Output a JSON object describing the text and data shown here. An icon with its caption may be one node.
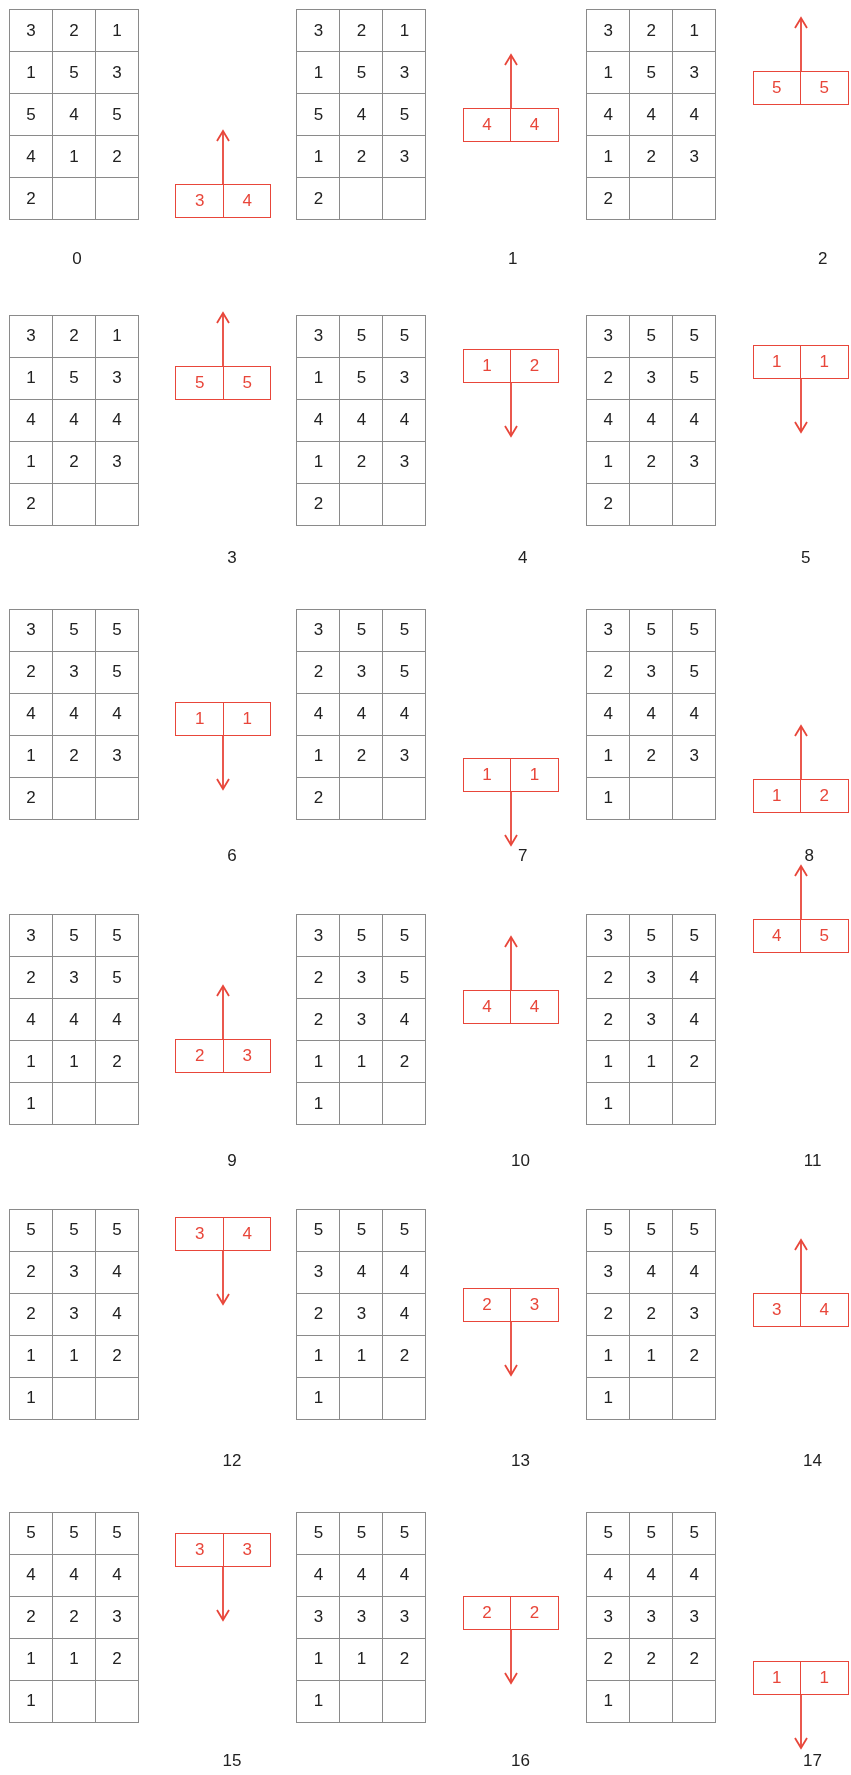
{
  "diagram": {
    "nodes": [
      {
        "text": [
          "3",
          "4"
        ]
      },
      {
        "text": [
          "4",
          "4"
        ]
      },
      {
        "text": [
          "5",
          "5"
        ]
      },
      {
        "text": [
          "5",
          "5"
        ]
      },
      {
        "text": [
          "1",
          "2"
        ]
      },
      {
        "text": [
          "1",
          "1"
        ]
      },
      {
        "text": [
          "1",
          "1"
        ]
      },
      {
        "text": [
          "1",
          "1"
        ]
      },
      {
        "text": [
          "1",
          "2"
        ]
      },
      {
        "text": [
          "2",
          "3"
        ]
      },
      {
        "text": [
          "4",
          "4"
        ]
      },
      {
        "text": [
          "4",
          "5"
        ]
      },
      {
        "text": [
          "3",
          "4"
        ]
      },
      {
        "text": [
          "2",
          "3"
        ]
      },
      {
        "text": [
          "3",
          "4"
        ]
      },
      {
        "text": [
          "3",
          "3"
        ]
      },
      {
        "text": [
          "2",
          "2"
        ]
      },
      {
        "text": [
          "1",
          "1"
        ]
      }
    ],
    "labels": [
      "3",
      "2",
      "1",
      "1",
      "5",
      "3",
      "5",
      "4",
      "5",
      "4",
      "1",
      "2",
      "2",
      "0",
      "3",
      "2",
      "1",
      "1",
      "5",
      "3",
      "5",
      "4",
      "5",
      "1",
      "2",
      "3",
      "2",
      "1",
      "3",
      "2",
      "1",
      "1",
      "5",
      "3",
      "4",
      "4",
      "4",
      "1",
      "2",
      "3",
      "2",
      "2",
      "3",
      "2",
      "1",
      "1",
      "5",
      "3",
      "4",
      "4",
      "4",
      "1",
      "2",
      "3",
      "2",
      "3",
      "3",
      "5",
      "5",
      "1",
      "5",
      "3",
      "4",
      "4",
      "4",
      "1",
      "2",
      "3",
      "2",
      "4",
      "3",
      "5",
      "5",
      "2",
      "3",
      "5",
      "4",
      "4",
      "4",
      "1",
      "2",
      "3",
      "2",
      "5",
      "3",
      "5",
      "5",
      "2",
      "3",
      "5",
      "4",
      "4",
      "4",
      "1",
      "2",
      "3",
      "2",
      "6",
      "3",
      "5",
      "5",
      "2",
      "3",
      "5",
      "4",
      "4",
      "4",
      "1",
      "2",
      "3",
      "2",
      "7",
      "3",
      "5",
      "5",
      "2",
      "3",
      "5",
      "4",
      "4",
      "4",
      "1",
      "2",
      "3",
      "1",
      "8",
      "3",
      "5",
      "5",
      "2",
      "3",
      "5",
      "4",
      "4",
      "4",
      "1",
      "1",
      "2",
      "1",
      "9",
      "3",
      "5",
      "5",
      "2",
      "3",
      "5",
      "2",
      "3",
      "4",
      "1",
      "1",
      "2",
      "1",
      "10",
      "3",
      "5",
      "5",
      "2",
      "3",
      "4",
      "2",
      "3",
      "4",
      "1",
      "1",
      "2",
      "1",
      "11",
      "5",
      "5",
      "5",
      "2",
      "3",
      "4",
      "2",
      "3",
      "4",
      "1",
      "1",
      "2",
      "1",
      "12",
      "5",
      "5",
      "5",
      "3",
      "4",
      "4",
      "2",
      "3",
      "4",
      "1",
      "1",
      "2",
      "1",
      "13",
      "5",
      "5",
      "5",
      "3",
      "4",
      "4",
      "2",
      "2",
      "3",
      "1",
      "1",
      "2",
      "1",
      "14",
      "5",
      "5",
      "5",
      "4",
      "4",
      "4",
      "2",
      "2",
      "3",
      "1",
      "1",
      "2",
      "1",
      "15",
      "5",
      "5",
      "5",
      "4",
      "4",
      "4",
      "3",
      "3",
      "3",
      "1",
      "1",
      "2",
      "1",
      "16",
      "5",
      "5",
      "5",
      "4",
      "4",
      "4",
      "3",
      "3",
      "3",
      "2",
      "2",
      "2",
      "1",
      "17"
    ]
  }
}
